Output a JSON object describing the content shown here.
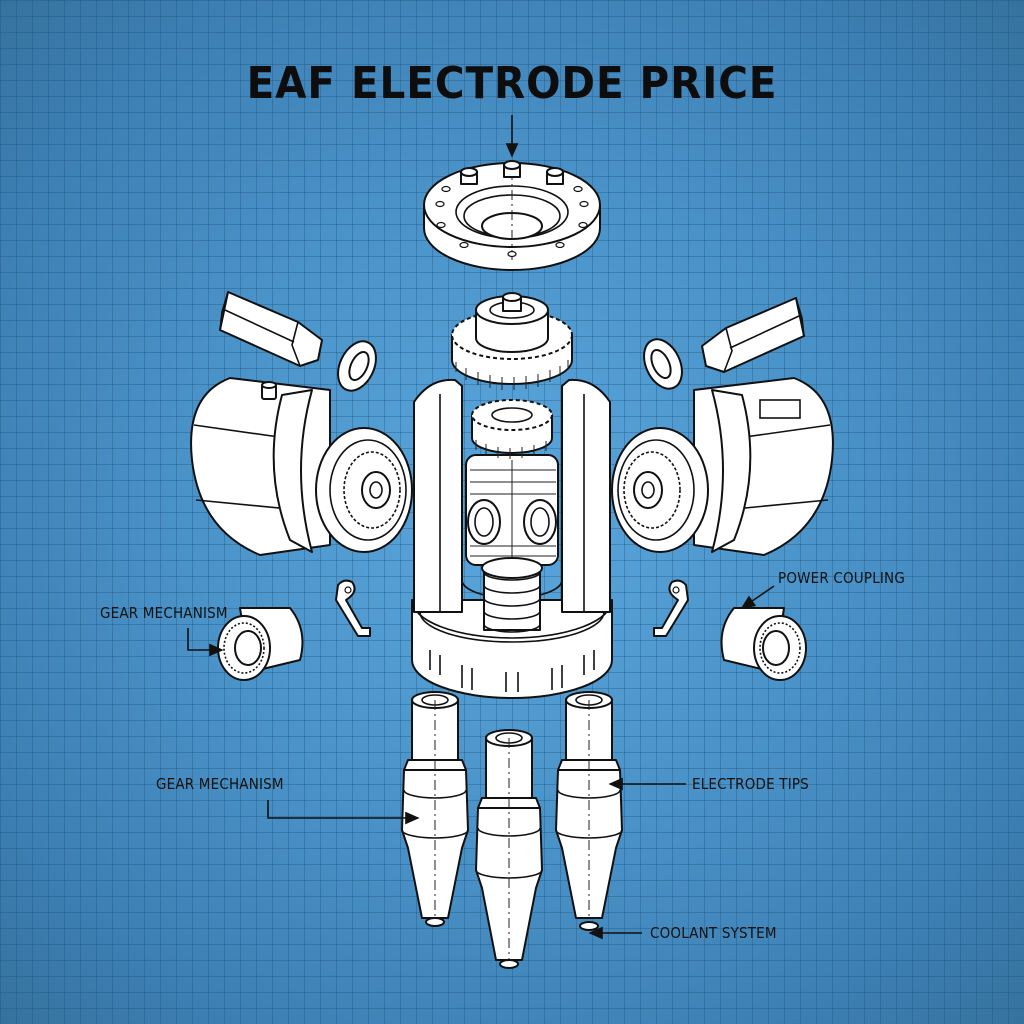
{
  "diagram": {
    "title": "EAF ELECTRODE PRICE",
    "style": "exploded-view blueprint illustration",
    "background_color": "#4a93c9",
    "grid_color": "#2f6a9a",
    "line_color": "#111111",
    "part_fill": "#ffffff",
    "labels": [
      {
        "id": "gear-mechanism-left",
        "text": "GEAR MECHANISM",
        "target": "left coupling cylinder"
      },
      {
        "id": "power-coupling",
        "text": "POWER COUPLING",
        "target": "right coupling cylinder"
      },
      {
        "id": "gear-mechanism-lower",
        "text": "GEAR MECHANISM",
        "target": "left electrode tip"
      },
      {
        "id": "electrode-tips",
        "text": "ELECTRODE TIPS",
        "target": "right electrode tip"
      },
      {
        "id": "coolant-system",
        "text": "COOLANT SYSTEM",
        "target": "right electrode tip point"
      }
    ],
    "parts": [
      "top flange with bolts",
      "upper spur gear",
      "cylindrical cage housing",
      "central gear cluster",
      "threaded shaft",
      "left motor housing",
      "right motor housing",
      "left hex pin",
      "right hex pin",
      "left lock washer",
      "right lock washer",
      "left clip",
      "right clip",
      "left coupling cylinder",
      "right coupling cylinder",
      "electrode tip 1",
      "electrode tip 2",
      "electrode tip 3"
    ]
  }
}
